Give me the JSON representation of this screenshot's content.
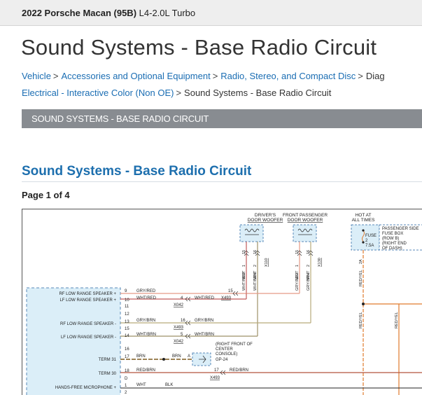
{
  "vehicle": {
    "model": "2022 Porsche Macan (95B)",
    "engine": "L4-2.0L Turbo"
  },
  "page_title": "Sound Systems - Base Radio Circuit",
  "breadcrumb": {
    "items": [
      "Vehicle",
      "Accessories and Optional Equipment",
      "Radio, Stereo, and Compact Disc",
      "Diag",
      "Electrical - Interactive Color (Non OE)"
    ],
    "separator": ">",
    "current": "Sound Systems - Base Radio Circuit"
  },
  "section_header": "SOUND SYSTEMS - BASE RADIO CIRCUIT",
  "doc_heading": "Sound Systems - Base Radio Circuit",
  "pagination": {
    "label": "Page 1 of 4"
  },
  "diagram": {
    "drivers_woofer": [
      "DRIVER'S",
      "DOOR WOOFER"
    ],
    "front_pass_woofer": [
      "FRONT PASSENGER",
      "DOOR WOOFER"
    ],
    "hot_at_all_times": [
      "HOT AT",
      "ALL TIMES"
    ],
    "fuse_box": [
      "PASSENGER SIDE",
      "FUSE BOX",
      "(ROW B)",
      "(RIGHT END",
      "OF DASH)"
    ],
    "fuse": [
      "FUSE",
      "2",
      "7.5A"
    ],
    "radio_pins": [
      {
        "label": "RF LOW RANGE SPEAKER +",
        "pin": "9"
      },
      {
        "label": "LF LOW RANGE SPEAKER +",
        "pin": "10"
      },
      {
        "label": "",
        "pin": "11"
      },
      {
        "label": "",
        "pin": "12"
      },
      {
        "label": "RF LOW RANGE SPEAKER -",
        "pin": "13"
      },
      {
        "label": "",
        "pin": "15"
      },
      {
        "label": "LF LOW RANGE SPEAKER -",
        "pin": "14"
      },
      {
        "label": "",
        "pin": "16"
      },
      {
        "label": "TERM 31",
        "pin": "17"
      },
      {
        "label": "TERM 30",
        "pin": "18"
      },
      {
        "label": "",
        "pin": "D"
      },
      {
        "label": "HANDS-FREE MICROPHONE +",
        "pin": "1"
      },
      {
        "label": "",
        "pin": "2"
      }
    ],
    "wires": {
      "gry_red": "GRY/RED",
      "wht_red": "WHT/RED",
      "gry_brn": "GRY/BRN",
      "wht_brn": "WHT/BRN",
      "brn": "BRN",
      "red_brn": "RED/BRN",
      "wht": "WHT",
      "blk": "BLK",
      "red_yel": "RED/YEL"
    },
    "pins": {
      "p15": "15",
      "p4": "4",
      "p16": "16",
      "p5": "5",
      "pA": "A",
      "p17": "17",
      "woofer_1": "1",
      "woofer_2": "2",
      "wire_15": "15",
      "wire_16": "16",
      "fuse_2a": "2A"
    },
    "connectors": {
      "x493": "X493",
      "x042": "X042",
      "x110": "X110",
      "x130": "X130"
    },
    "ground_note": [
      "(RIGHT FRONT OF",
      "CENTER",
      "CONSOLE)",
      "GP-24"
    ]
  },
  "colors": {
    "gry_red": "#e59a86",
    "wht_red": "#c05a5a",
    "gry_brn": "#b7aa7a",
    "wht_brn": "#9e9168",
    "brn": "#7d5a1e",
    "red_brn": "#b5533f",
    "red_yel": "#e07a2c",
    "module_fill": "#dbeef8",
    "module_border": "#5a8ab8"
  }
}
